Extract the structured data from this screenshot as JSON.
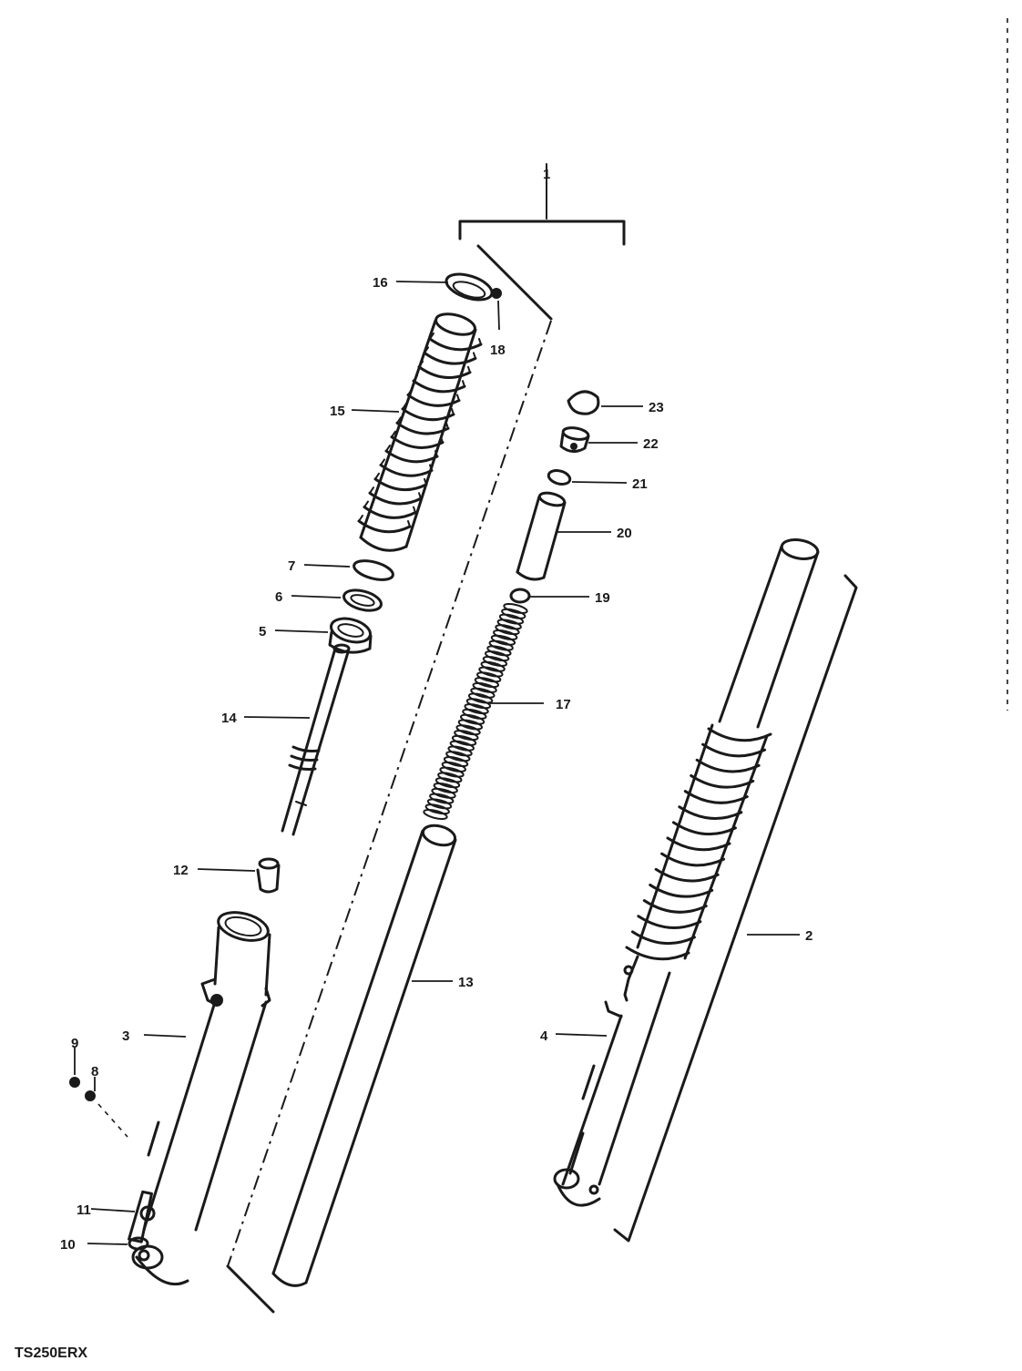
{
  "diagram": {
    "model_code": "TS250ERX",
    "callouts": [
      "1",
      "2",
      "3",
      "4",
      "5",
      "6",
      "7",
      "8",
      "9",
      "10",
      "11",
      "12",
      "13",
      "14",
      "15",
      "16",
      "17",
      "18",
      "19",
      "20",
      "21",
      "22",
      "23"
    ]
  }
}
